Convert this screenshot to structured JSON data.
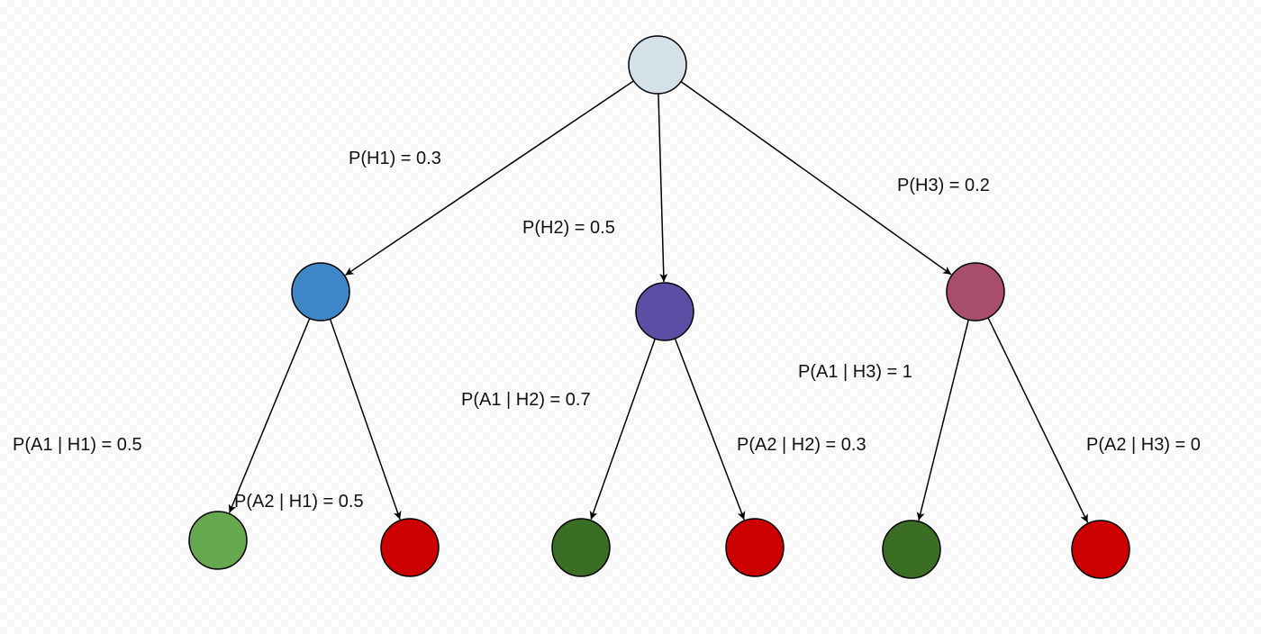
{
  "nodes": [
    {
      "id": "root",
      "color": "#d5e1e9"
    },
    {
      "id": "h1",
      "color": "#3f86c8"
    },
    {
      "id": "h2",
      "color": "#5a4fa4"
    },
    {
      "id": "h3",
      "color": "#a84e6c"
    },
    {
      "id": "h1-a1",
      "color": "#65a84f"
    },
    {
      "id": "h1-a2",
      "color": "#cc0000"
    },
    {
      "id": "h2-a1",
      "color": "#3b6e25"
    },
    {
      "id": "h2-a2",
      "color": "#cc0000"
    },
    {
      "id": "h3-a1",
      "color": "#3b6e25"
    },
    {
      "id": "h3-a2",
      "color": "#cc0000"
    }
  ],
  "edges": [
    {
      "from": "root",
      "to": "h1",
      "label": "P(H1) = 0.3"
    },
    {
      "from": "root",
      "to": "h2",
      "label": "P(H2) = 0.5"
    },
    {
      "from": "root",
      "to": "h3",
      "label": "P(H3) = 0.2"
    },
    {
      "from": "h1",
      "to": "h1-a1",
      "label": "P(A1 | H1) = 0.5"
    },
    {
      "from": "h1",
      "to": "h1-a2",
      "label": "P(A2 | H1) = 0.5"
    },
    {
      "from": "h2",
      "to": "h2-a1",
      "label": "P(A1 | H2) = 0.7"
    },
    {
      "from": "h2",
      "to": "h2-a2",
      "label": "P(A2 | H2) = 0.3"
    },
    {
      "from": "h3",
      "to": "h3-a1",
      "label": "P(A1 | H3) = 1"
    },
    {
      "from": "h3",
      "to": "h3-a2",
      "label": "P(A2 | H3) = 0"
    }
  ]
}
